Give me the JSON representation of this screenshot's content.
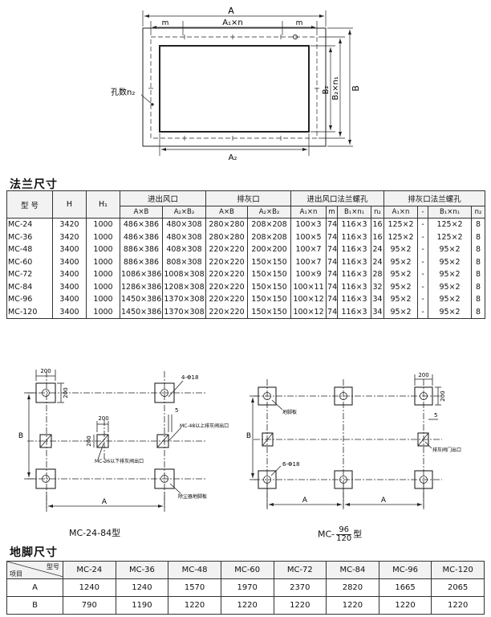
{
  "top_drawing": {
    "label_A": "A",
    "label_A1n": "A₁×n",
    "label_m_left": "m",
    "label_m_right": "m",
    "label_B": "B",
    "label_B2": "B₂",
    "label_B2n1": "B₂×n₁",
    "label_A2": "A₂",
    "label_holes": "孔数n₂"
  },
  "flange_section": {
    "title": "法兰尺寸",
    "group_headers": [
      "型  号",
      "H",
      "H₁",
      "进出风口",
      "排灰口",
      "进出风口法兰螺孔",
      "排灰口法兰螺孔"
    ],
    "sub_headers": [
      "A×B",
      "A₂×B₂",
      "A×B",
      "A₂×B₂",
      "A₁×n",
      "m",
      "B₁×n₁",
      "n₂",
      "A₁×n",
      "-",
      "B₁×n₁",
      "n₂"
    ],
    "rows": [
      [
        "MC-24",
        "3420",
        "1000",
        "486×386",
        "480×308",
        "280×280",
        "208×208",
        "100×3",
        "74",
        "116×3",
        "16",
        "125×2",
        "-",
        "125×2",
        "8"
      ],
      [
        "MC-36",
        "3420",
        "1000",
        "486×386",
        "480×308",
        "280×280",
        "208×208",
        "100×5",
        "74",
        "116×3",
        "16",
        "125×2",
        "-",
        "125×2",
        "8"
      ],
      [
        "MC-48",
        "3400",
        "1000",
        "886×386",
        "408×308",
        "220×220",
        "200×200",
        "100×7",
        "74",
        "116×3",
        "24",
        "95×2",
        "-",
        "95×2",
        "8"
      ],
      [
        "MC-60",
        "3400",
        "1000",
        "886×386",
        "808×308",
        "220×220",
        "150×150",
        "100×7",
        "74",
        "116×3",
        "24",
        "95×2",
        "-",
        "95×2",
        "8"
      ],
      [
        "MC-72",
        "3400",
        "1000",
        "1086×386",
        "1008×308",
        "220×220",
        "150×150",
        "100×9",
        "74",
        "116×3",
        "28",
        "95×2",
        "-",
        "95×2",
        "8"
      ],
      [
        "MC-84",
        "3400",
        "1000",
        "1286×386",
        "1208×308",
        "220×220",
        "150×150",
        "100×11",
        "74",
        "116×3",
        "32",
        "95×2",
        "-",
        "95×2",
        "8"
      ],
      [
        "MC-96",
        "3400",
        "1000",
        "1450×386",
        "1370×308",
        "220×220",
        "150×150",
        "100×12",
        "74",
        "116×3",
        "34",
        "95×2",
        "-",
        "95×2",
        "8"
      ],
      [
        "MC-120",
        "3400",
        "1000",
        "1450×386",
        "1370×308",
        "220×220",
        "150×150",
        "100×12",
        "74",
        "116×3",
        "34",
        "95×2",
        "-",
        "95×2",
        "8"
      ]
    ]
  },
  "layout_left": {
    "dim_200_a": "200",
    "dim_200_b": "200",
    "dim_200_c": "200",
    "dim_200_d": "200",
    "holes_label": "4-Φ18",
    "dim_5": "5",
    "label_A": "A",
    "label_B": "B",
    "note_upper": "MC-48以上排灰阀出口",
    "note_lower": "MC-36以下排灰阀出口",
    "note_base": "除尘器地脚板",
    "caption": "MC-24-84型"
  },
  "layout_right": {
    "dim_200_a": "200",
    "dim_200_b": "200",
    "holes_label": "6-Φ18",
    "dim_5": "5",
    "label_A1": "A",
    "label_A2": "A",
    "label_B": "B",
    "note_base": "地脚板",
    "note_valve": "排灰阀门出口",
    "caption_prefix": "MC-",
    "caption_num": "96",
    "caption_den": "120",
    "caption_suffix": "型"
  },
  "foot_section": {
    "title": "地脚尺寸",
    "corner_top": "型号",
    "corner_bottom": "项目",
    "models": [
      "MC-24",
      "MC-36",
      "MC-48",
      "MC-60",
      "MC-72",
      "MC-84",
      "MC-96",
      "MC-120"
    ],
    "rows": [
      {
        "item": "A",
        "values": [
          "1240",
          "1240",
          "1570",
          "1970",
          "2370",
          "2820",
          "1665",
          "2065"
        ]
      },
      {
        "item": "B",
        "values": [
          "790",
          "1190",
          "1220",
          "1220",
          "1220",
          "1220",
          "1220",
          "1220"
        ]
      }
    ]
  }
}
